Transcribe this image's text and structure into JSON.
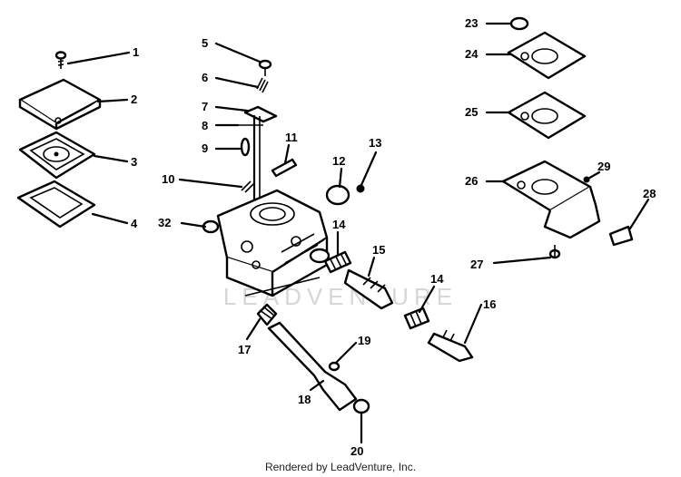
{
  "watermark": "LEADVENTURE",
  "footer": "Rendered by LeadVenture, Inc.",
  "callouts": [
    "1",
    "2",
    "3",
    "4",
    "5",
    "6",
    "7",
    "8",
    "9",
    "10",
    "11",
    "12",
    "13",
    "14",
    "15",
    "14",
    "16",
    "17",
    "18",
    "19",
    "20",
    "23",
    "24",
    "25",
    "26",
    "29",
    "28",
    "27",
    "32"
  ]
}
